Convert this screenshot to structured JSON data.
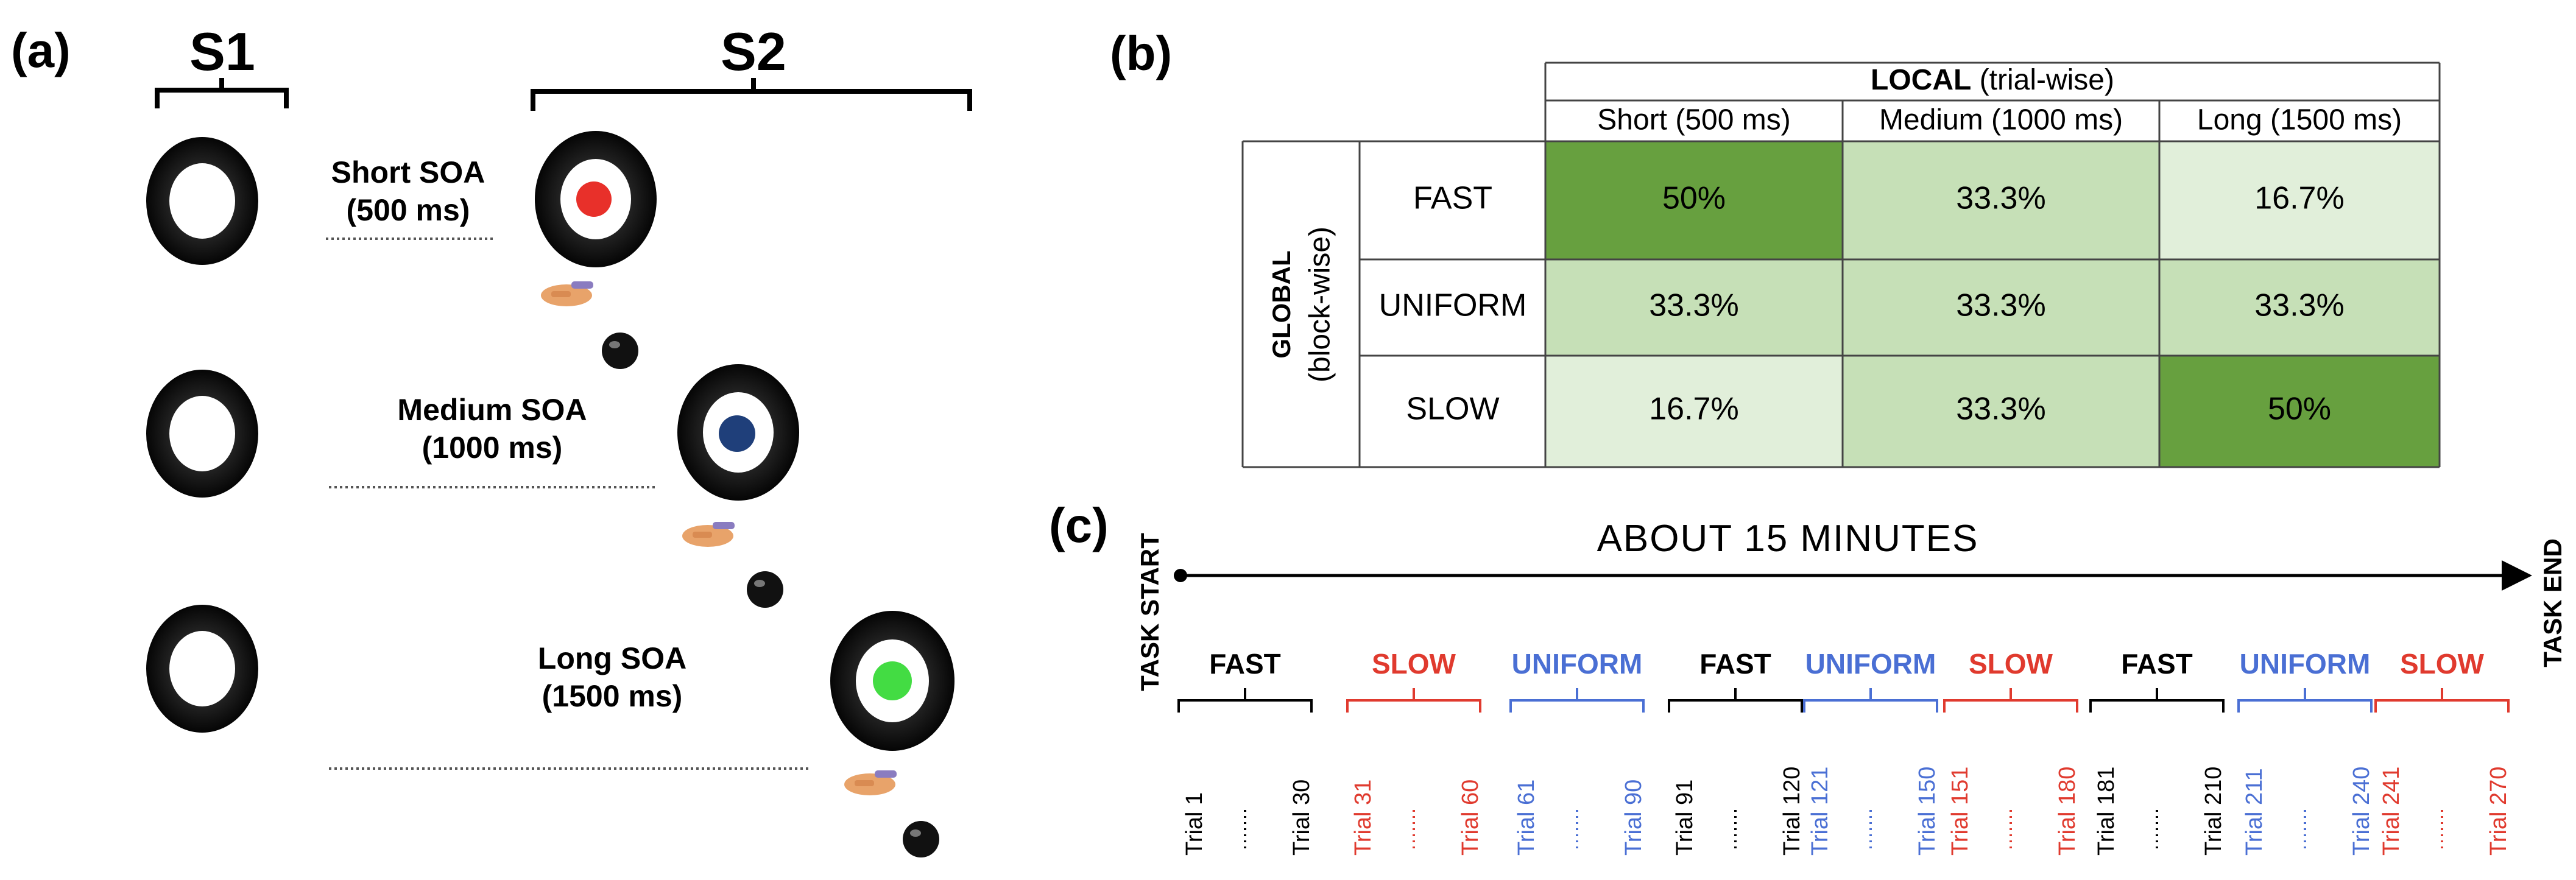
{
  "panel_a": {
    "label": "(a)",
    "s1_label": "S1",
    "s2_label": "S2",
    "rows": [
      {
        "soa": "Short SOA",
        "ms": "(500 ms)",
        "dot_color": "#e8302a"
      },
      {
        "soa": "Medium SOA",
        "ms": "(1000 ms)",
        "dot_color": "#1f3f7a"
      },
      {
        "soa": "Long SOA",
        "ms": "(1500 ms)",
        "dot_color": "#43dc43"
      }
    ]
  },
  "panel_b": {
    "label": "(b)",
    "local_bold": "LOCAL",
    "local_rest": " (trial-wise)",
    "global_bold": "GLOBAL",
    "global_rest": "(block-wise)",
    "columns": [
      "Short (500 ms)",
      "Medium (1000 ms)",
      "Long (1500 ms)"
    ],
    "rows": [
      {
        "name": "FAST",
        "cells": [
          "50%",
          "33.3%",
          "16.7%"
        ]
      },
      {
        "name": "UNIFORM",
        "cells": [
          "33.3%",
          "33.3%",
          "33.3%"
        ]
      },
      {
        "name": "SLOW",
        "cells": [
          "16.7%",
          "33.3%",
          "50%"
        ]
      }
    ],
    "colors": {
      "dark": "#67a03f",
      "mid": "#c6e0b7",
      "light": "#e1efda"
    }
  },
  "panel_c": {
    "label": "(c)",
    "title": "ABOUT 15 MINUTES",
    "task_start": "TASK START",
    "task_end": "TASK END",
    "blocks": [
      {
        "name": "FAST",
        "color": "#000000",
        "first": "Trial 1",
        "last": "Trial 30"
      },
      {
        "name": "SLOW",
        "color": "#e03a2e",
        "first": "Trial 31",
        "last": "Trial 60"
      },
      {
        "name": "UNIFORM",
        "color": "#4a6fd4",
        "first": "Trial 61",
        "last": "Trial 90"
      },
      {
        "name": "FAST",
        "color": "#000000",
        "first": "Trial 91",
        "last": "Trial 120"
      },
      {
        "name": "UNIFORM",
        "color": "#4a6fd4",
        "first": "Trial 121",
        "last": "Trial 150"
      },
      {
        "name": "SLOW",
        "color": "#e03a2e",
        "first": "Trial 151",
        "last": "Trial 180"
      },
      {
        "name": "FAST",
        "color": "#000000",
        "first": "Trial 181",
        "last": "Trial 210"
      },
      {
        "name": "UNIFORM",
        "color": "#4a6fd4",
        "first": "Trial 211",
        "last": "Trial 240"
      },
      {
        "name": "SLOW",
        "color": "#e03a2e",
        "first": "Trial 241",
        "last": "Trial 270"
      }
    ]
  }
}
